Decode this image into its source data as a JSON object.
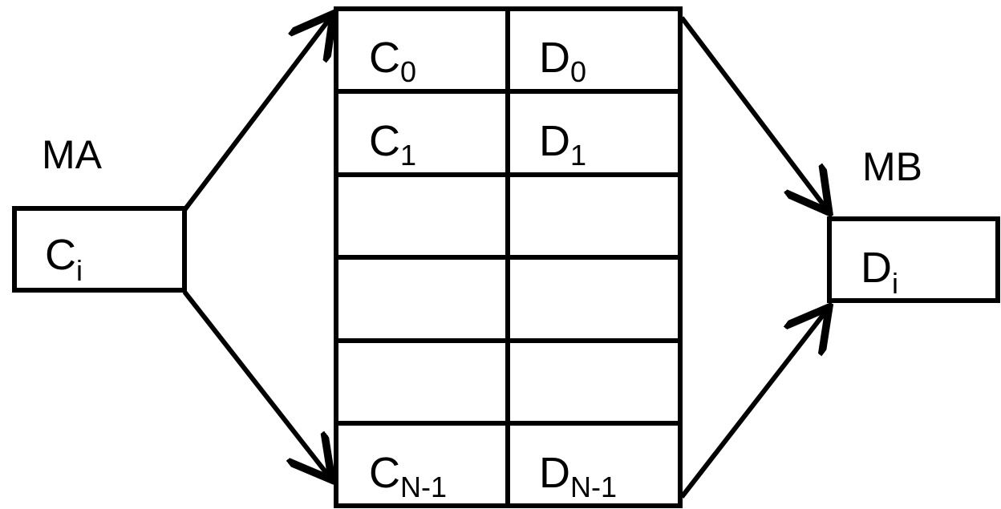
{
  "colors": {
    "stroke": "#000000",
    "background": "#ffffff"
  },
  "left_module": {
    "label": "MA",
    "cell": {
      "base": "C",
      "sub": "i"
    }
  },
  "right_module": {
    "label": "MB",
    "cell": {
      "base": "D",
      "sub": "i"
    }
  },
  "table": {
    "rows": [
      {
        "c": {
          "base": "C",
          "sub": "0"
        },
        "d": {
          "base": "D",
          "sub": "0"
        }
      },
      {
        "c": {
          "base": "C",
          "sub": "1"
        },
        "d": {
          "base": "D",
          "sub": "1"
        }
      },
      {
        "c": {
          "base": "",
          "sub": ""
        },
        "d": {
          "base": "",
          "sub": ""
        }
      },
      {
        "c": {
          "base": "",
          "sub": ""
        },
        "d": {
          "base": "",
          "sub": ""
        }
      },
      {
        "c": {
          "base": "",
          "sub": ""
        },
        "d": {
          "base": "",
          "sub": ""
        }
      },
      {
        "c": {
          "base": "C",
          "sub": "N-1"
        },
        "d": {
          "base": "D",
          "sub": "N-1"
        }
      }
    ]
  }
}
